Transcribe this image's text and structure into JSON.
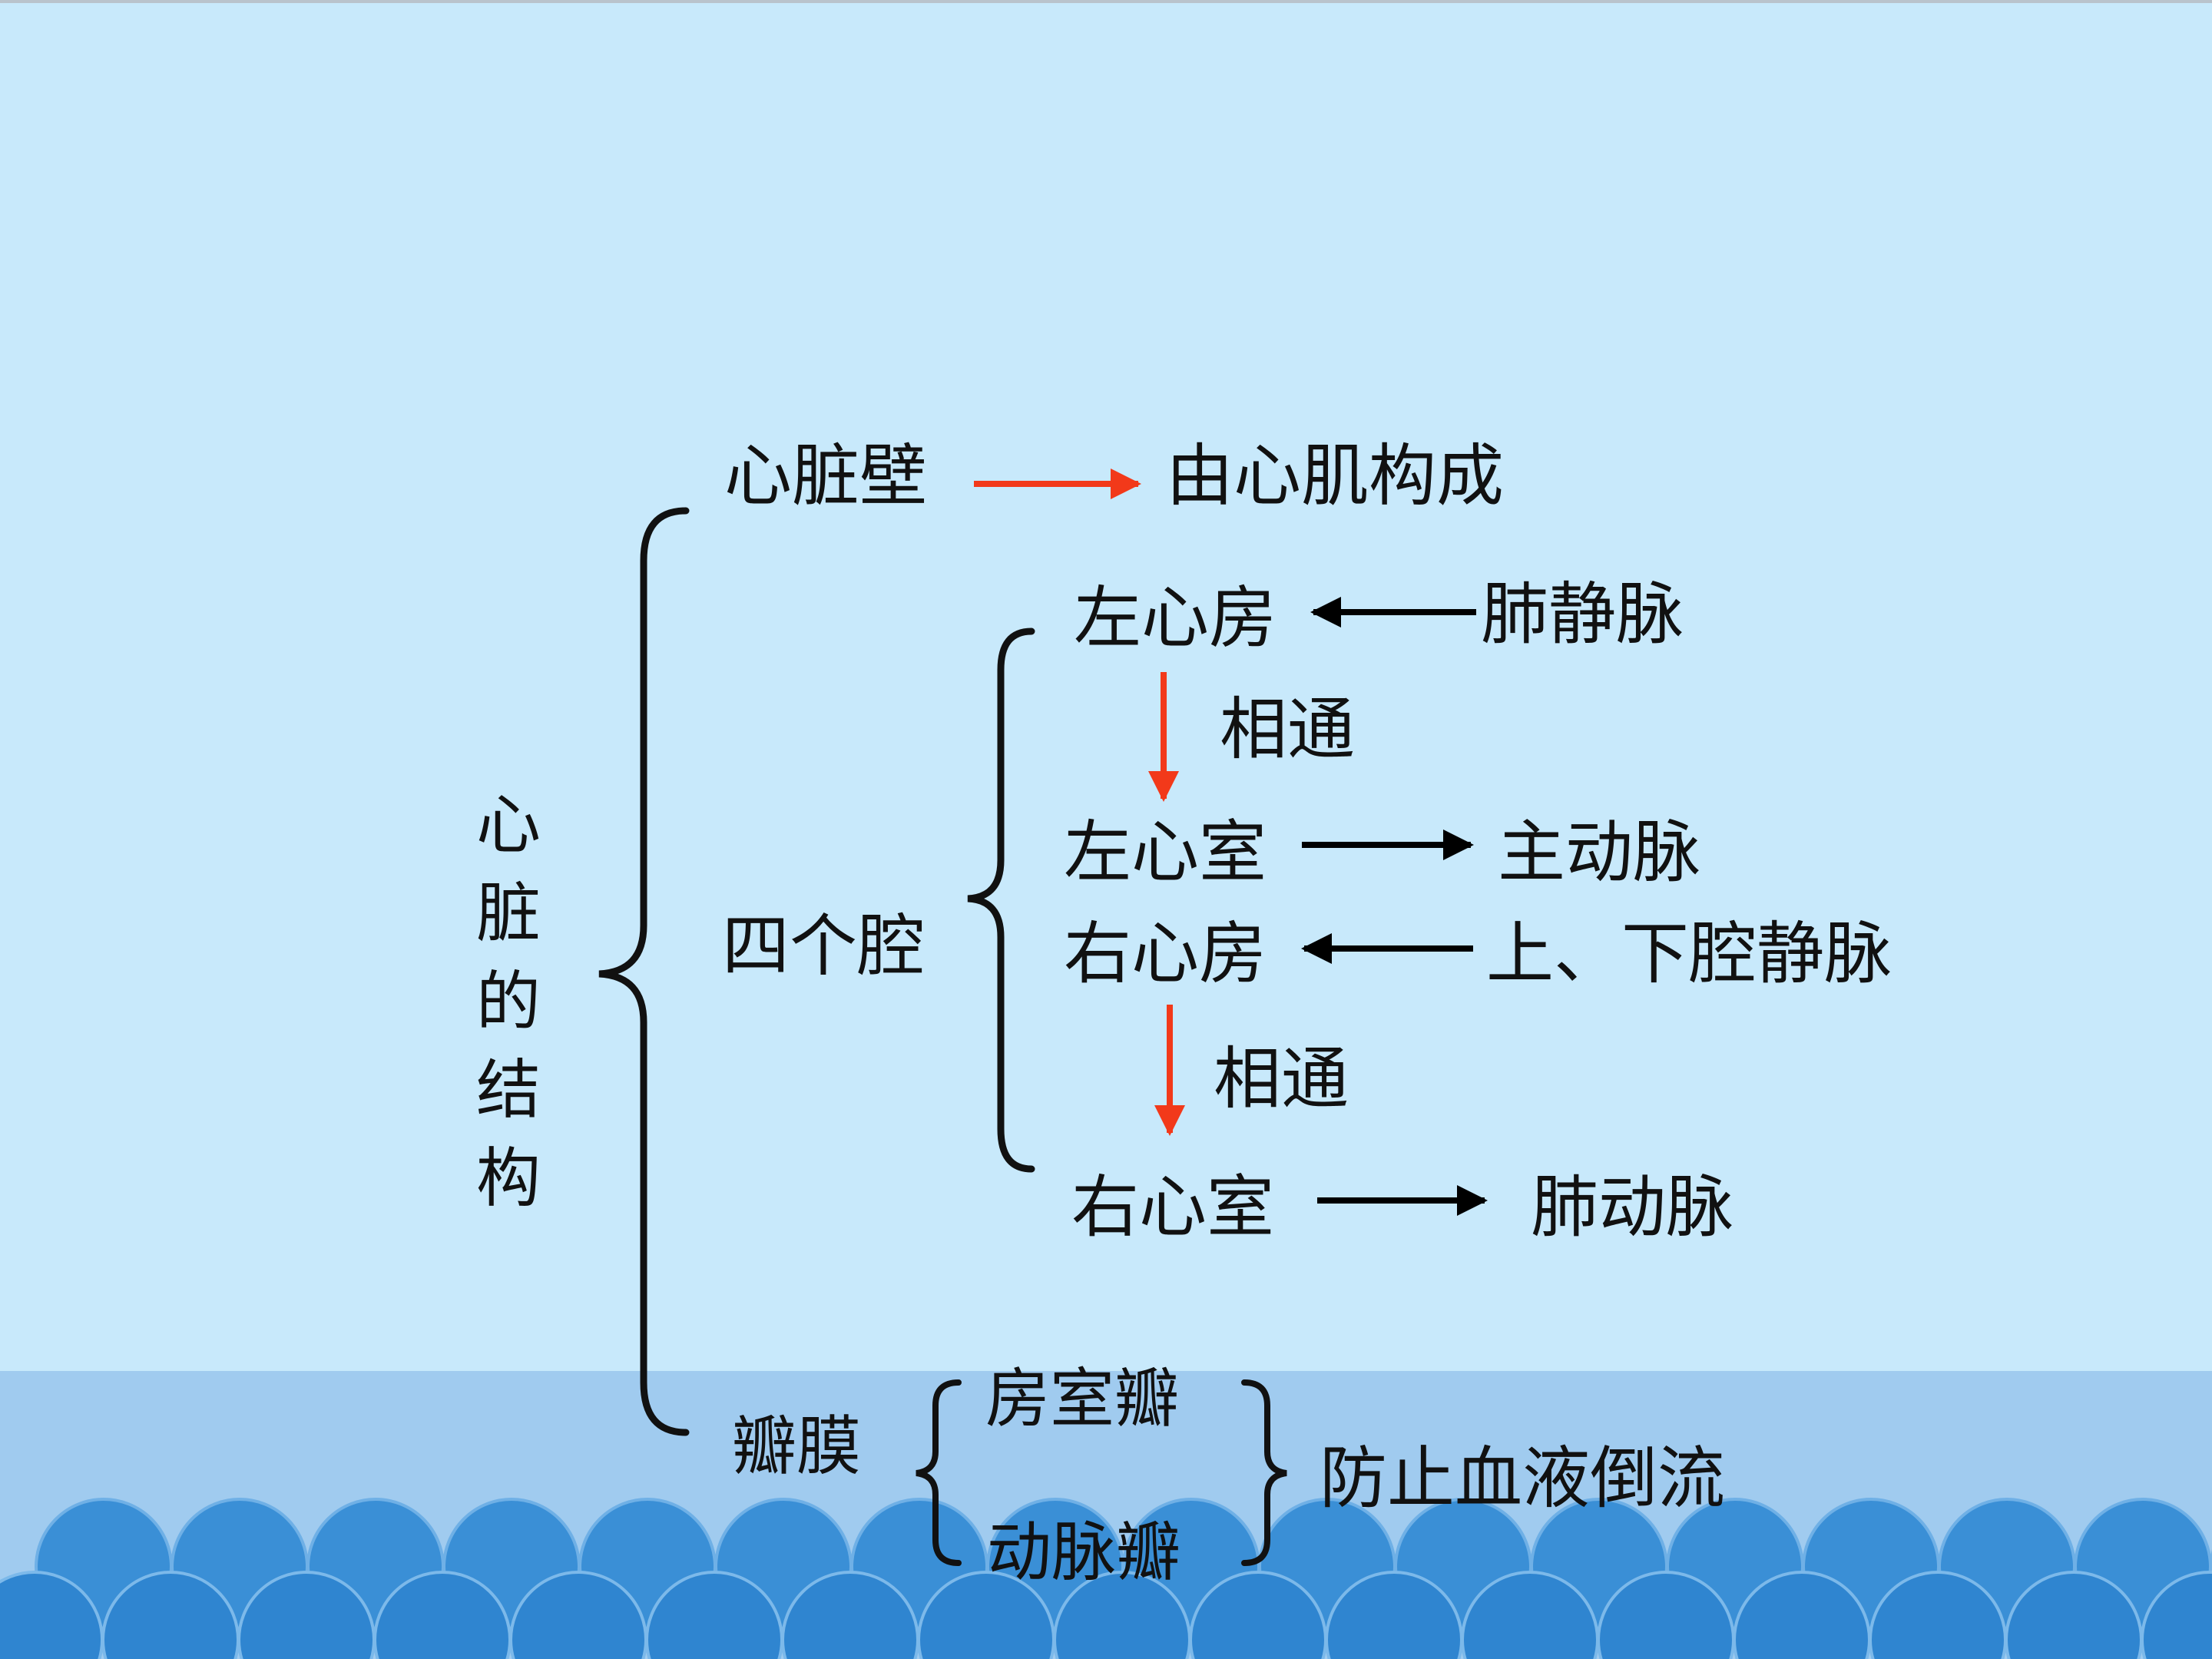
{
  "colors": {
    "background": "#c8e9fb",
    "band": "#a0cbef",
    "scallop_back": "#3a8fd6",
    "scallop_front": "#2f85d0",
    "bracket": "#111111",
    "red_arrow": "#f2391a",
    "black_arrow": "#000000"
  },
  "diagram": {
    "root_label_chars": [
      "心",
      "脏",
      "的",
      "结",
      "构"
    ],
    "wall": {
      "label": "心脏壁",
      "composition": "由心肌构成"
    },
    "chambers": {
      "label": "四个腔",
      "left_atrium": "左心房",
      "pulmonary_vein": "肺静脉",
      "left_connect": "相通",
      "left_ventricle": "左心室",
      "aorta": "主动脉",
      "right_atrium": "右心房",
      "vena_cava": "上、下腔静脉",
      "right_connect": "相通",
      "right_ventricle": "右心室",
      "pulmonary_artery": "肺动脉"
    },
    "valves": {
      "label": "瓣膜",
      "av_valve": "房室瓣",
      "arterial_valve": "动脉瓣",
      "function": "防止血液倒流"
    }
  }
}
